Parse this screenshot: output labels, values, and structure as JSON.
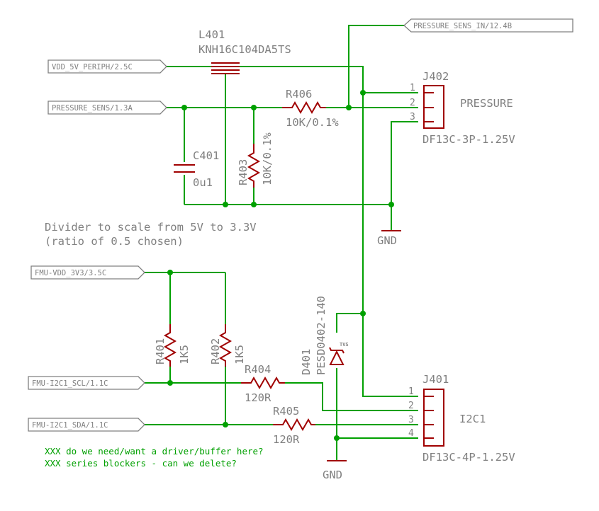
{
  "net_labels": {
    "pressure_sens_in": "PRESSURE_SENS_IN/12.4B",
    "vdd_5v_periph": "VDD_5V_PERIPH/2.5C",
    "pressure_sens": "PRESSURE_SENS/1.3A",
    "fmu_vdd_3v3": "FMU-VDD_3V3/3.5C",
    "fmu_i2c1_scl": "FMU-I2C1_SCL/1.1C",
    "fmu_i2c1_sda": "FMU-I2C1_SDA/1.1C"
  },
  "components": {
    "L401": {
      "ref": "L401",
      "value": "KNH16C104DA5TS"
    },
    "R406": {
      "ref": "R406",
      "value": "10K/0.1%"
    },
    "R403": {
      "ref": "R403",
      "value": "10K/0.1%"
    },
    "C401": {
      "ref": "C401",
      "value": "0u1"
    },
    "R401": {
      "ref": "R401",
      "value": "1K5"
    },
    "R402": {
      "ref": "R402",
      "value": "1K5"
    },
    "R404": {
      "ref": "R404",
      "value": "120R"
    },
    "R405": {
      "ref": "R405",
      "value": "120R"
    },
    "D401": {
      "ref": "D401",
      "value": "PESD0402-140",
      "symbol_text": "TVS"
    },
    "J402": {
      "ref": "J402",
      "part": "DF13C-3P-1.25V",
      "name": "PRESSURE",
      "pins": [
        "1",
        "2",
        "3"
      ]
    },
    "J401": {
      "ref": "J401",
      "part": "DF13C-4P-1.25V",
      "name": "I2C1",
      "pins": [
        "1",
        "2",
        "3",
        "4"
      ]
    }
  },
  "gnd_labels": {
    "gnd1": "GND",
    "gnd2": "GND"
  },
  "notes": {
    "divider_line1": "Divider to scale from 5V to 3.3V",
    "divider_line2": "(ratio of 0.5 chosen)",
    "xxx_line1": "XXX do we need/want a driver/buffer here?",
    "xxx_line2": "XXX series blockers - can we delete?"
  },
  "colors": {
    "wire": "#00a000",
    "part": "#a00000",
    "text": "#808080",
    "note": "#00a000"
  }
}
